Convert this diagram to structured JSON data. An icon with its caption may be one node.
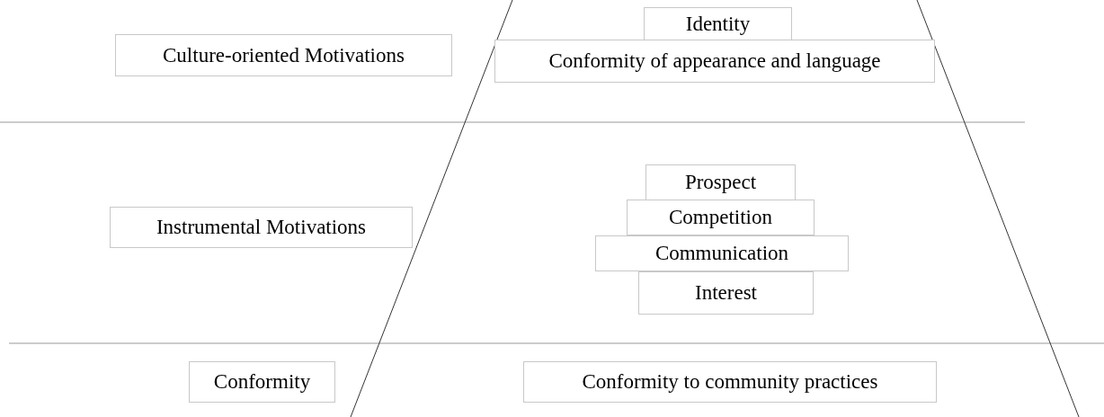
{
  "diagram": {
    "nodes": [
      {
        "text": [
          "Culture-oriented Motivations"
        ]
      },
      {
        "text": [
          "Identity"
        ]
      },
      {
        "text": [
          "Conformity of appearance and language"
        ]
      },
      {
        "text": [
          "Instrumental Motivations"
        ]
      },
      {
        "text": [
          "Prospect"
        ]
      },
      {
        "text": [
          "Competition"
        ]
      },
      {
        "text": [
          "Communication"
        ]
      },
      {
        "text": [
          "Interest"
        ]
      },
      {
        "text": [
          "Conformity"
        ]
      },
      {
        "text": [
          "Conformity to community practices"
        ]
      }
    ]
  }
}
